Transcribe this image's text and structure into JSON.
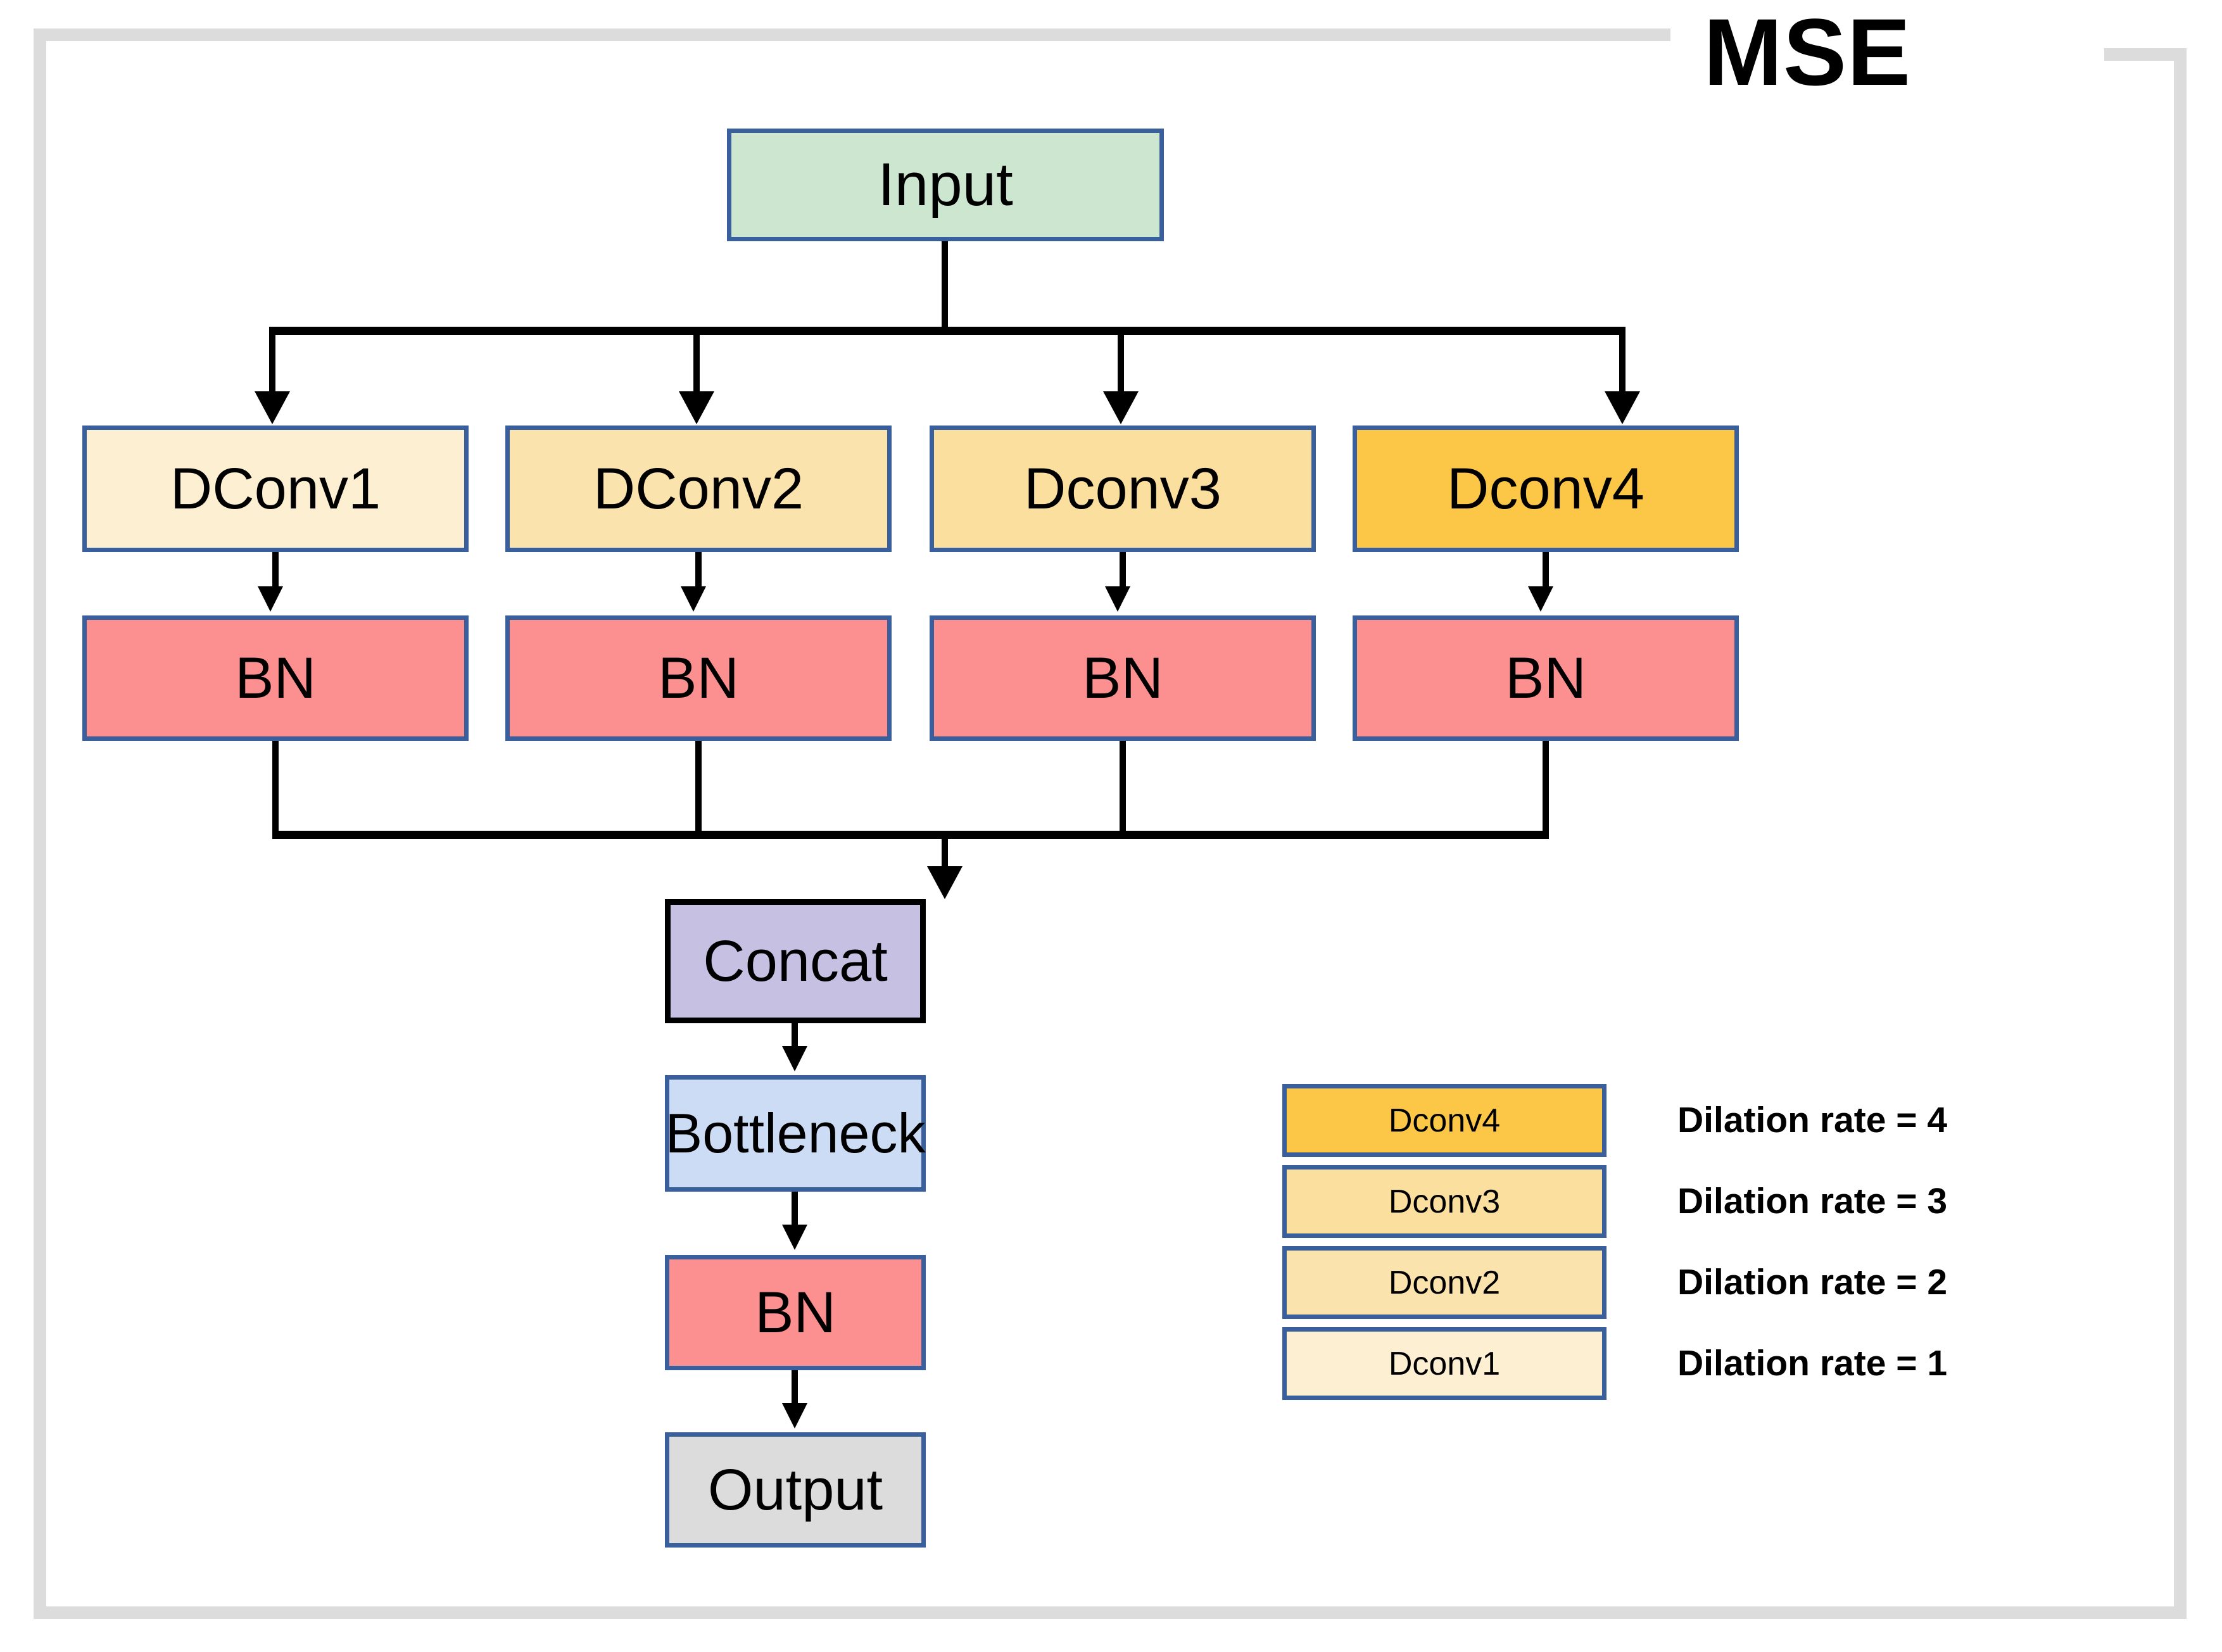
{
  "title": "MSE",
  "colors": {
    "frame": "#dcdcdc",
    "box_border_blue": "#39609c",
    "box_border_black": "#000000",
    "input_fill": "#cde6d0",
    "dconv1_fill": "#fcefd2",
    "dconv2_fill": "#fbe3ad",
    "dconv3_fill": "#fbdf9e",
    "dconv4_fill": "#fcc747",
    "bn_fill": "#fc8f8f",
    "concat_fill": "#c6c0e2",
    "bottleneck_fill": "#ccdcf5",
    "output_fill": "#dcdcdc",
    "wire": "#000000"
  },
  "graph": {
    "input": {
      "label": "Input"
    },
    "branches": [
      {
        "conv_label": "DConv1",
        "bn_label": "BN"
      },
      {
        "conv_label": "DConv2",
        "bn_label": "BN"
      },
      {
        "conv_label": "Dconv3",
        "bn_label": "BN"
      },
      {
        "conv_label": "Dconv4",
        "bn_label": "BN"
      }
    ],
    "concat": {
      "label": "Concat"
    },
    "bottleneck": {
      "label": "Bottleneck"
    },
    "bn_final": {
      "label": "BN"
    },
    "output": {
      "label": "Output"
    }
  },
  "legend": {
    "rows": [
      {
        "swatch_label": "Dconv4",
        "text": "Dilation rate = 4"
      },
      {
        "swatch_label": "Dconv3",
        "text": "Dilation rate = 3"
      },
      {
        "swatch_label": "Dconv2",
        "text": "Dilation rate = 2"
      },
      {
        "swatch_label": "Dconv1",
        "text": "Dilation rate = 1"
      }
    ]
  }
}
